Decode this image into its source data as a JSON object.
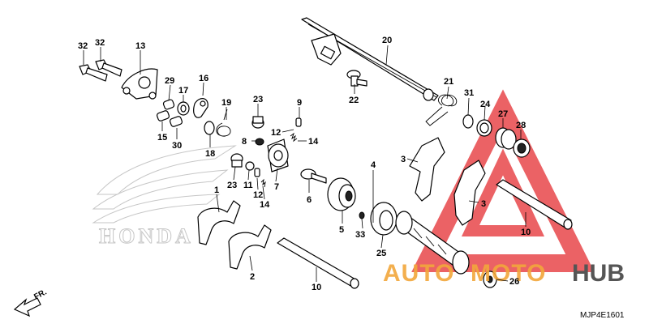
{
  "diagram": {
    "code": "MJP4E1601",
    "brand_watermark": "HONDA",
    "direction_indicator": "FR.",
    "overlay_logo": {
      "word_orange": "AUTO",
      "word_orange_2": "MOTO",
      "word_gray": "HUB",
      "color_red": "#e8474a",
      "color_orange": "#f2a73b",
      "color_gray": "#555555"
    },
    "callouts": [
      "32",
      "32",
      "13",
      "29",
      "17",
      "16",
      "15",
      "30",
      "19",
      "18",
      "8",
      "23",
      "9",
      "12",
      "14",
      "23",
      "11",
      "12",
      "7",
      "14",
      "1",
      "2",
      "6",
      "5",
      "33",
      "25",
      "4",
      "3",
      "3",
      "10",
      "10",
      "20",
      "22",
      "21",
      "31",
      "24",
      "27",
      "28",
      "26"
    ]
  }
}
